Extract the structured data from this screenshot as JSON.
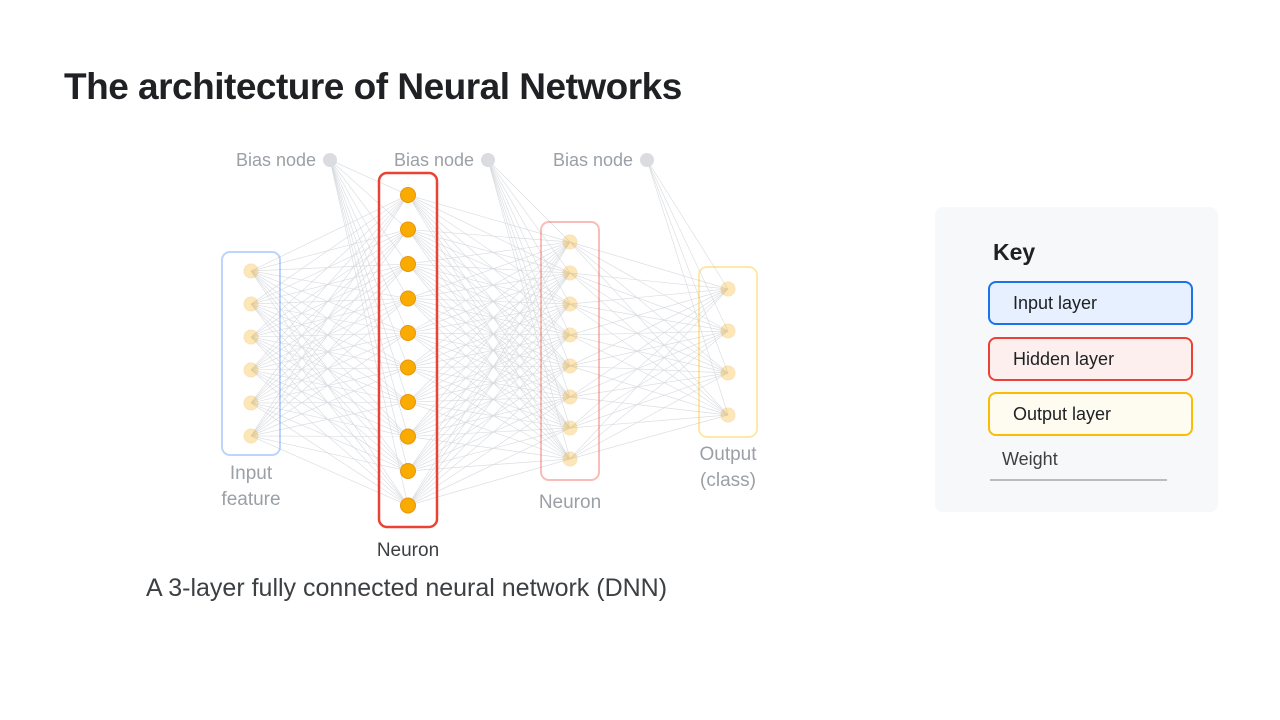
{
  "slide": {
    "title": "The architecture of Neural Networks",
    "caption": "A 3-layer fully connected neural network (DNN)"
  },
  "diagram": {
    "bias_nodes": [
      {
        "label": "Bias node"
      },
      {
        "label": "Bias node"
      },
      {
        "label": "Bias node"
      }
    ],
    "layers": [
      {
        "id": "input-layer",
        "node_count": 6,
        "label_lines": [
          "Input",
          "feature"
        ],
        "emphasized": false,
        "box_color": "#4285f4",
        "node_color": "#f9ab00"
      },
      {
        "id": "hidden-layer-1",
        "node_count": 10,
        "label_lines": [
          "Neuron"
        ],
        "emphasized": true,
        "box_color": "#ea4335",
        "node_color": "#f9ab00"
      },
      {
        "id": "hidden-layer-2",
        "node_count": 8,
        "label_lines": [
          "Neuron"
        ],
        "emphasized": false,
        "box_color": "#ea4335",
        "node_color": "#f9ab00"
      },
      {
        "id": "output-layer",
        "node_count": 4,
        "label_lines": [
          "Output",
          "(class)"
        ],
        "emphasized": false,
        "box_color": "#fbbc04",
        "node_color": "#f9ab00"
      }
    ],
    "connection_color": "#d6d9de",
    "bias_node_color": "#dadce0",
    "node_edge_color": "#e8950c",
    "muted_text_color": "#9aa0a6",
    "emphasis_text_color": "#3c4043"
  },
  "key": {
    "title": "Key",
    "items": [
      {
        "label": "Input layer",
        "border_color": "#1a73e8",
        "fill_color": "#e7f0fe"
      },
      {
        "label": "Hidden layer",
        "border_color": "#ea4335",
        "fill_color": "#fdefee"
      },
      {
        "label": "Output layer",
        "border_color": "#fbbc04",
        "fill_color": "#fefbf0"
      },
      {
        "label": "Weight",
        "line_color": "#b9bdc2"
      }
    ]
  }
}
